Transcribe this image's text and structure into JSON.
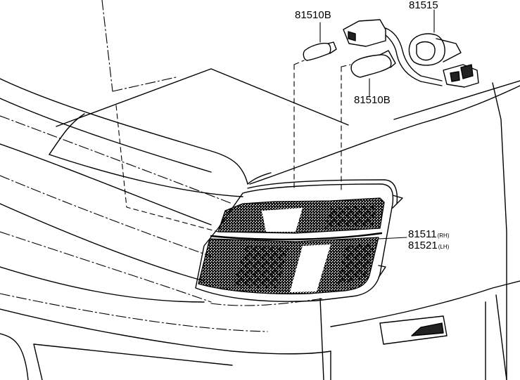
{
  "callouts": {
    "bulb_upper": "81510B",
    "bulb_lower": "81510B",
    "socket_wire": "81515",
    "lens_rh_number": "81511",
    "lens_rh_suffix": "(RH)",
    "lens_lh_number": "81521",
    "lens_lh_suffix": "(LH)"
  },
  "colors": {
    "ink": "#000000",
    "paper": "#ffffff"
  }
}
